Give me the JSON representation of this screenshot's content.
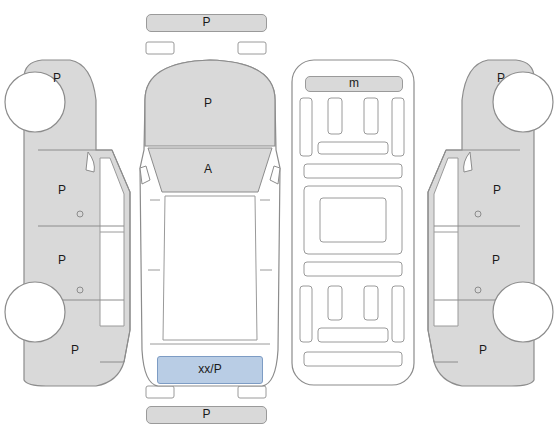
{
  "diagram": {
    "nodes": [
      {
        "text": [
          "P"
        ]
      },
      {
        "text": [
          "P"
        ]
      },
      {
        "text": [
          "P"
        ]
      },
      {
        "text": [
          "m"
        ]
      },
      {
        "text": [
          "P"
        ]
      },
      {
        "text": [
          "A"
        ]
      },
      {
        "text": [
          "P"
        ]
      },
      {
        "text": [
          "P"
        ]
      },
      {
        "text": [
          "P"
        ]
      },
      {
        "text": [
          "P"
        ]
      },
      {
        "text": [
          "P"
        ]
      },
      {
        "text": [
          "xx/P"
        ]
      },
      {
        "text": [
          "P"
        ]
      },
      {
        "text": [
          "P"
        ]
      }
    ]
  }
}
